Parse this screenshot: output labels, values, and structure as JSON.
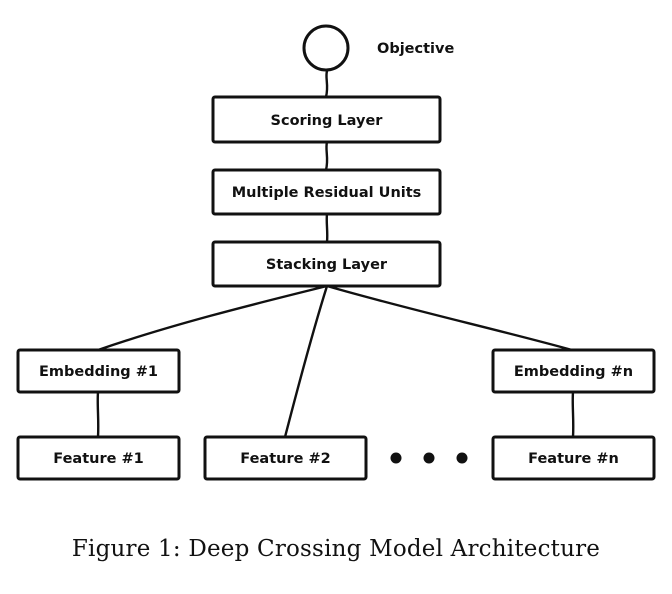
{
  "diagram": {
    "objective_label": "Objective",
    "nodes": {
      "scoring": "Scoring Layer",
      "residual": "Multiple Residual Units",
      "stacking": "Stacking Layer",
      "embedding_1": "Embedding #1",
      "embedding_n": "Embedding #n",
      "feature_1": "Feature #1",
      "feature_2": "Feature #2",
      "feature_n": "Feature #n"
    }
  },
  "caption": "Figure 1:  Deep Crossing Model Architecture"
}
